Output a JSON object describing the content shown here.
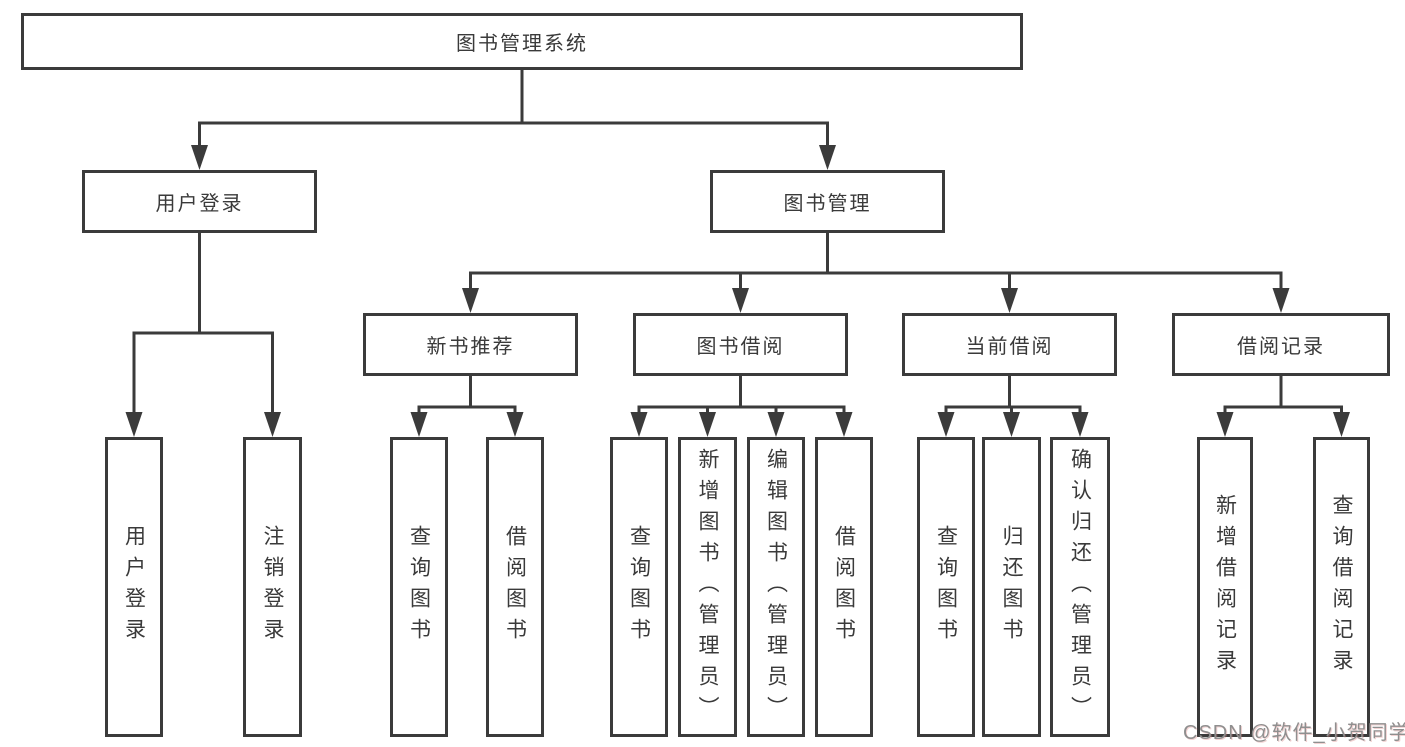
{
  "diagram_type": "hierarchy-tree",
  "colors": {
    "line": "#3b3b3b",
    "box_border": "#3b3b3b",
    "box_fill": "#ffffff",
    "text": "#3a3a3a",
    "background": "#ffffff",
    "watermark": "#8f8f8f"
  },
  "tree": {
    "label": "图书管理系统",
    "children": [
      {
        "label": "用户登录",
        "children": [
          {
            "label": "用户登录"
          },
          {
            "label": "注销登录"
          }
        ]
      },
      {
        "label": "图书管理",
        "children": [
          {
            "label": "新书推荐",
            "children": [
              {
                "label": "查询图书"
              },
              {
                "label": "借阅图书"
              }
            ]
          },
          {
            "label": "图书借阅",
            "children": [
              {
                "label": "查询图书"
              },
              {
                "label": "新增图书（管理员）"
              },
              {
                "label": "编辑图书（管理员）"
              },
              {
                "label": "借阅图书"
              }
            ]
          },
          {
            "label": "当前借阅",
            "children": [
              {
                "label": "查询图书"
              },
              {
                "label": "归还图书"
              },
              {
                "label": "确认归还（管理员）"
              }
            ]
          },
          {
            "label": "借阅记录",
            "children": [
              {
                "label": "新增借阅记录"
              },
              {
                "label": "查询借阅记录"
              }
            ]
          }
        ]
      }
    ]
  },
  "watermark": {
    "text": "CSDN @软件_小贺同学"
  }
}
